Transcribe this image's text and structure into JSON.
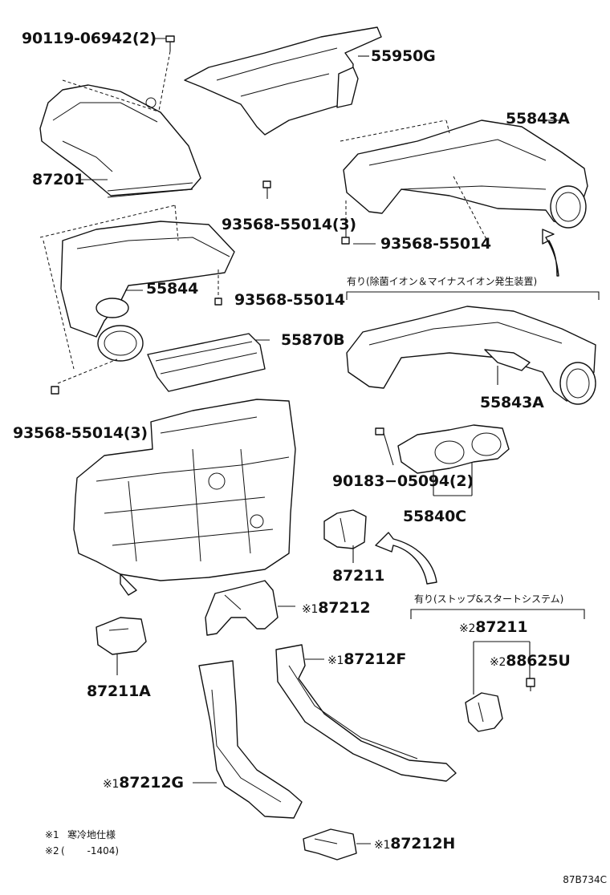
{
  "labels": {
    "bolt_90119": "90119-06942(2)",
    "p55950g": "55950G",
    "p55843a_top": "55843A",
    "p87201": "87201",
    "screw_93568_a": "93568-55014(3)",
    "screw_93568_b": "93568-55014",
    "p55844": "55844",
    "screw_93568_c": "93568-55014",
    "p55870b": "55870B",
    "p55843a_bottom": "55843A",
    "screw_93568_d": "93568-55014(3)",
    "clip_90183": "90183−05094(2)",
    "p55840c": "55840C",
    "p87211": "87211",
    "p87212": "87212",
    "p87211a": "87211A",
    "p87212f": "87212F",
    "p87211_opt": "87211",
    "p88625u": "88625U",
    "p87212g": "87212G",
    "p87212h": "87212H"
  },
  "marks": {
    "m1": "※1",
    "m2": "※2"
  },
  "option_notes": {
    "ion_generator": "有り(除菌イオン＆マイナスイオン発生装置)",
    "stop_start": "有り(ストップ&スタートシステム)"
  },
  "footnotes": {
    "note1_mark": "※1",
    "note1_text": "寒冷地仕様",
    "note2_mark": "※2",
    "note2_text": "(　　 -1404)"
  },
  "diagram_code": "87B734C"
}
